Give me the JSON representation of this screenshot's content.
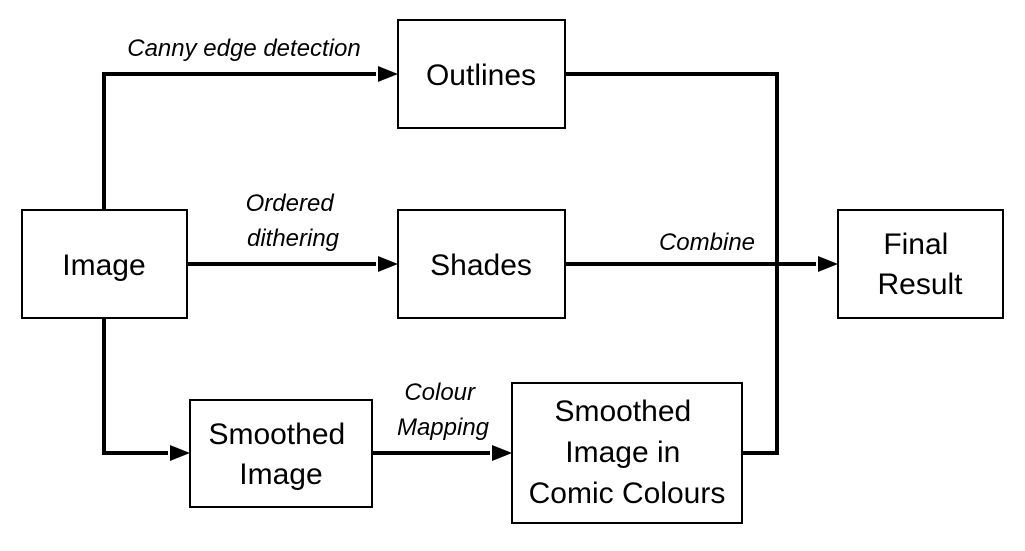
{
  "nodes": {
    "image": {
      "lines": [
        "Image"
      ]
    },
    "outlines": {
      "lines": [
        "Outlines"
      ]
    },
    "shades": {
      "lines": [
        "Shades"
      ]
    },
    "smoothed": {
      "lines": [
        "Smoothed",
        "Image"
      ]
    },
    "comic": {
      "lines": [
        "Smoothed",
        "Image in",
        "Comic Colours"
      ]
    },
    "final": {
      "lines": [
        "Final",
        "Result"
      ]
    }
  },
  "edges": {
    "canny": {
      "lines": [
        "Canny edge detection"
      ]
    },
    "ordered": {
      "lines": [
        "Ordered",
        "dithering"
      ]
    },
    "colour_mapping": {
      "lines": [
        "Colour",
        "Mapping"
      ]
    },
    "combine": {
      "lines": [
        "Combine"
      ]
    }
  },
  "colors": {
    "stroke": "#000000",
    "background": "#ffffff"
  }
}
